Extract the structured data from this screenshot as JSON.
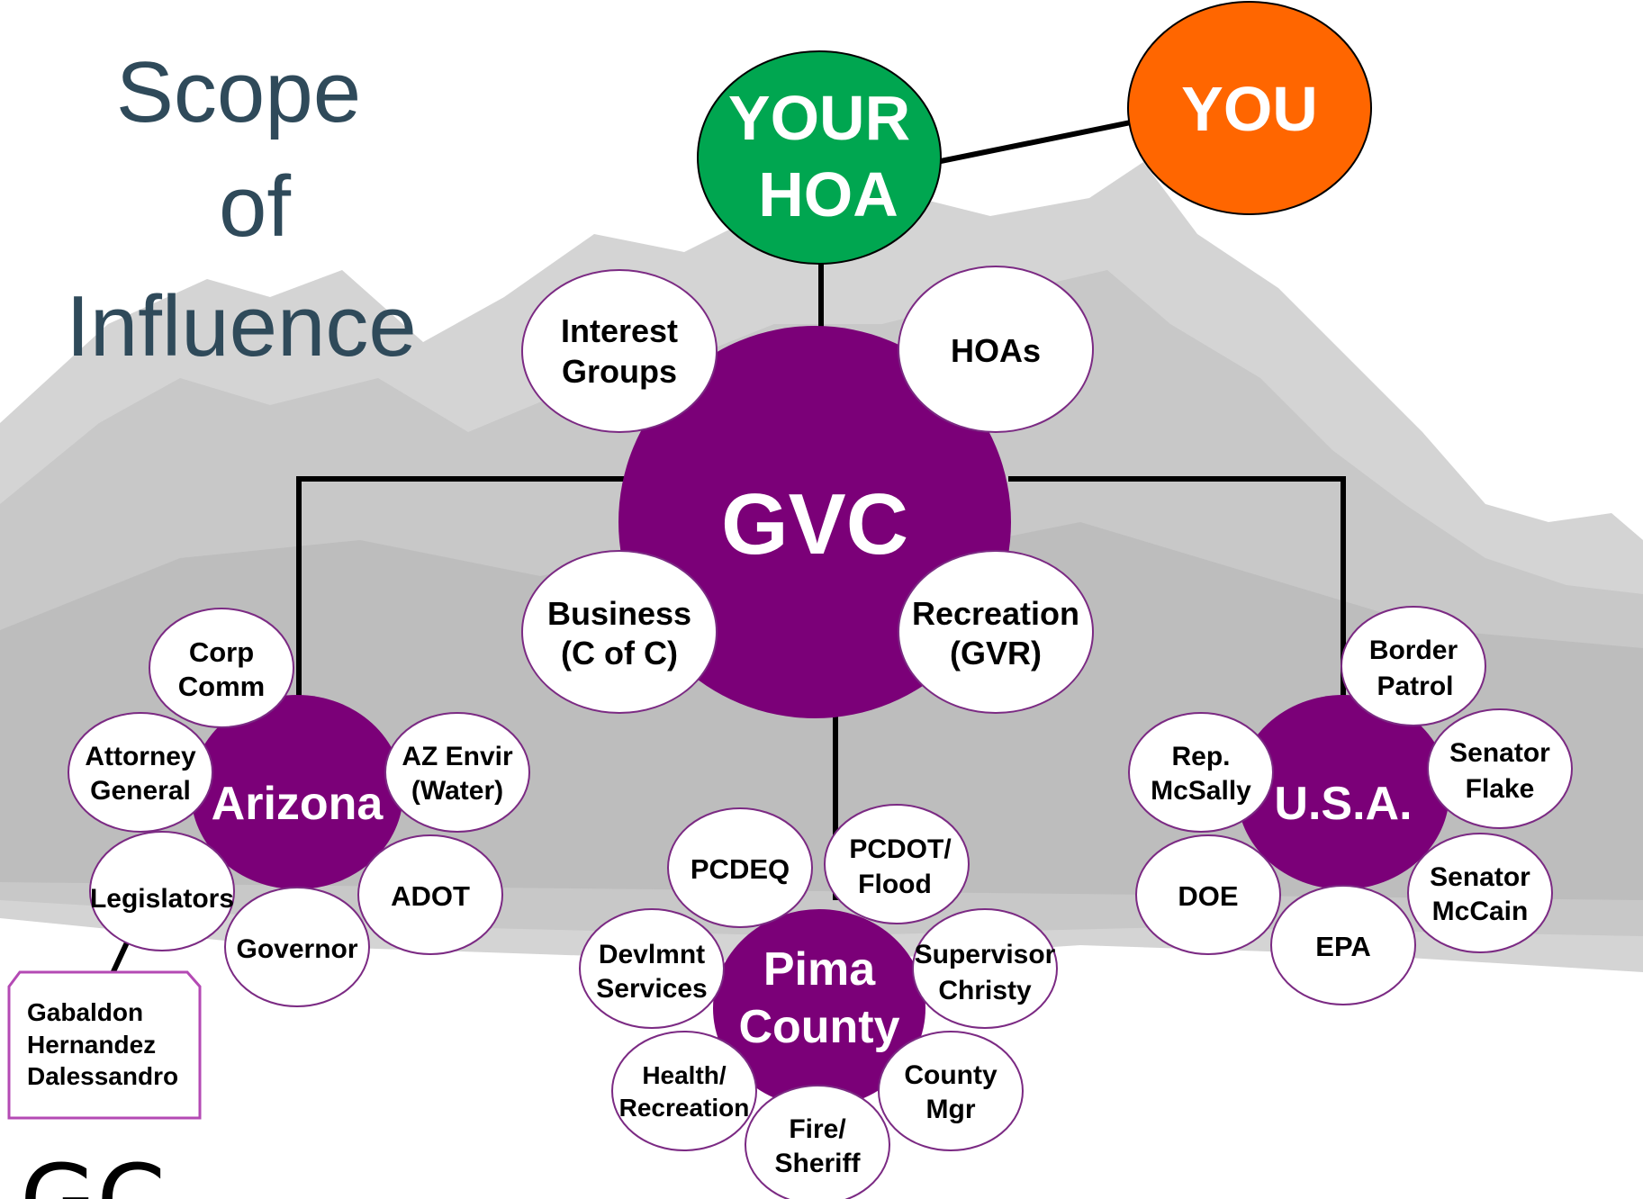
{
  "title": {
    "line1": "Scope",
    "line2": "of",
    "line3": "Influence"
  },
  "top": {
    "your_hoa": [
      "YOUR",
      "HOA"
    ],
    "you": "YOU"
  },
  "center": {
    "label": "GVC",
    "satellites": {
      "interest_groups": [
        "Interest",
        "Groups"
      ],
      "hoas": "HOAs",
      "business": [
        "Business",
        "(C of C)"
      ],
      "recreation": [
        "Recreation",
        "(GVR)"
      ]
    }
  },
  "arizona": {
    "label": "Arizona",
    "corp_comm": [
      "Corp",
      "Comm"
    ],
    "attorney_general": [
      "Attorney",
      "General"
    ],
    "az_envir": [
      "AZ Envir",
      "(Water)"
    ],
    "legislators": "Legislators",
    "adot": "ADOT",
    "governor": "Governor",
    "legislator_names": [
      "Gabaldon",
      "Hernandez",
      "Dalessandro"
    ]
  },
  "pima": {
    "label": [
      "Pima",
      "County"
    ],
    "pcdeq": "PCDEQ",
    "pcdot": [
      "PCDOT/",
      "Flood"
    ],
    "devlmnt": [
      "Devlmnt",
      "Services"
    ],
    "supervisor": [
      "Supervisor",
      "Christy"
    ],
    "health": [
      "Health/",
      "Recreation"
    ],
    "county_mgr": [
      "County",
      "Mgr"
    ],
    "fire": [
      "Fire/",
      "Sheriff"
    ]
  },
  "usa": {
    "label": "U.S.A.",
    "border_patrol": [
      "Border",
      "Patrol"
    ],
    "mcsally": [
      "Rep.",
      "McSally"
    ],
    "flake": [
      "Senator",
      "Flake"
    ],
    "doe": "DOE",
    "mccain": [
      "Senator",
      "McCain"
    ],
    "epa": "EPA"
  },
  "footer": "GC",
  "colors": {
    "purple": "#7b0078",
    "green": "#00a650",
    "orange": "#ff6600",
    "title": "#2f4a5a",
    "mountain": "#c9c9c9",
    "outline": "#7b2a83"
  }
}
